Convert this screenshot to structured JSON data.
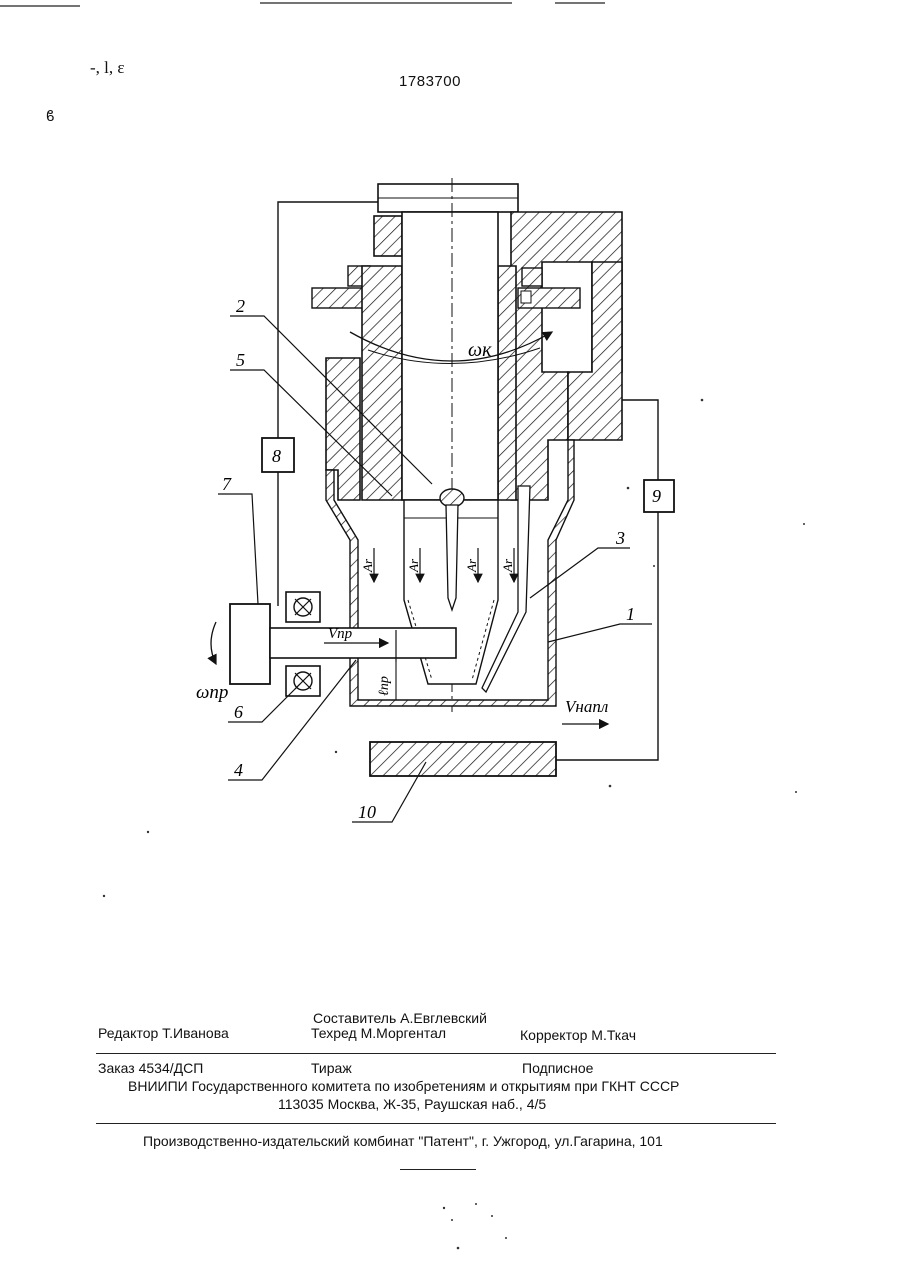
{
  "header": {
    "patent_number": "1783700",
    "margin_mark_top": "-, l, ɛ",
    "margin_mark_side": "ϐ"
  },
  "figure": {
    "callouts": [
      "2",
      "5",
      "8",
      "7",
      "6",
      "4",
      "10",
      "9",
      "3",
      "1"
    ],
    "angular_speed_head": "ωк",
    "angular_speed_wire": "ωпр",
    "wire_feed_speed": "Vпр",
    "deposition_speed": "Vнапл",
    "distance_label": "ℓпр",
    "annular_gap_labels": [
      "Ar",
      "Ar",
      "Ar",
      "Ar"
    ]
  },
  "imprint": {
    "compiler": "Составитель   А.Евглевский",
    "editor": "Редактор Т.Иванова",
    "tech_editor": "Техред М.Моргентал",
    "proofreader": "Корректор  М.Ткач",
    "order": "Заказ  4534/ДСП",
    "circulation": "Тираж",
    "subscription": "Подписное",
    "organization": "ВНИИПИ Государственного комитета по изобретениям и открытиям при ГКНТ СССР",
    "address": "113035  Москва, Ж-35, Раушская наб., 4/5",
    "publisher": "Производственно-издательский комбинат \"Патент\", г. Ужгород, ул.Гагарина, 101"
  }
}
